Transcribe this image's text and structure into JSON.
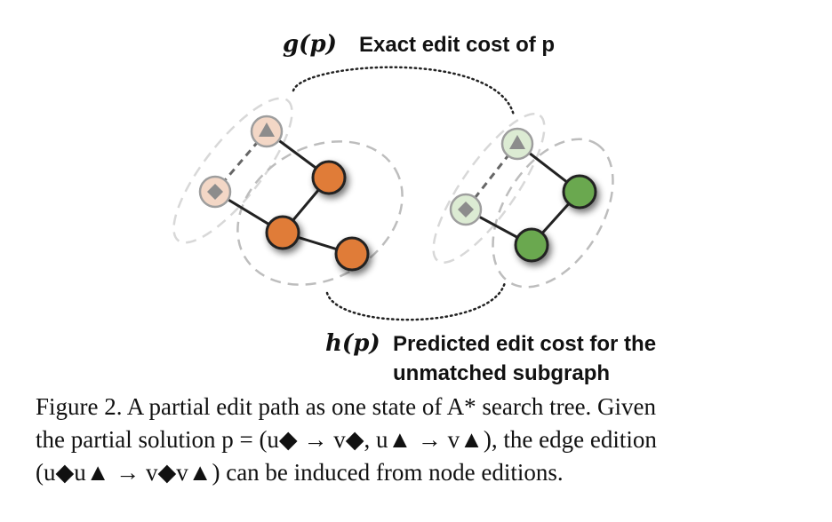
{
  "labels": {
    "g_symbol": "g(p)",
    "g_text": "Exact edit cost of p",
    "h_symbol": "h(p)",
    "h_text_line1": "Predicted edit cost for the",
    "h_text_line2": "unmatched subgraph"
  },
  "caption": {
    "line1": "Figure 2. A partial edit path as one state of A* search tree. Given",
    "line2": "the partial solution p = (u◆ → v◆, u▲ → v▲), the edge edition",
    "line3": "(u◆u▲ → v◆v▲) can be induced from node editions."
  },
  "colors": {
    "left_node": "#e07b39",
    "left_node_faded": "#f3d7c6",
    "right_node": "#6aa84f",
    "right_node_faded": "#dcebd3",
    "dashed_outline": "#c8c8c8"
  },
  "icons": {
    "triangle": "triangle-icon",
    "diamond": "diamond-icon"
  }
}
